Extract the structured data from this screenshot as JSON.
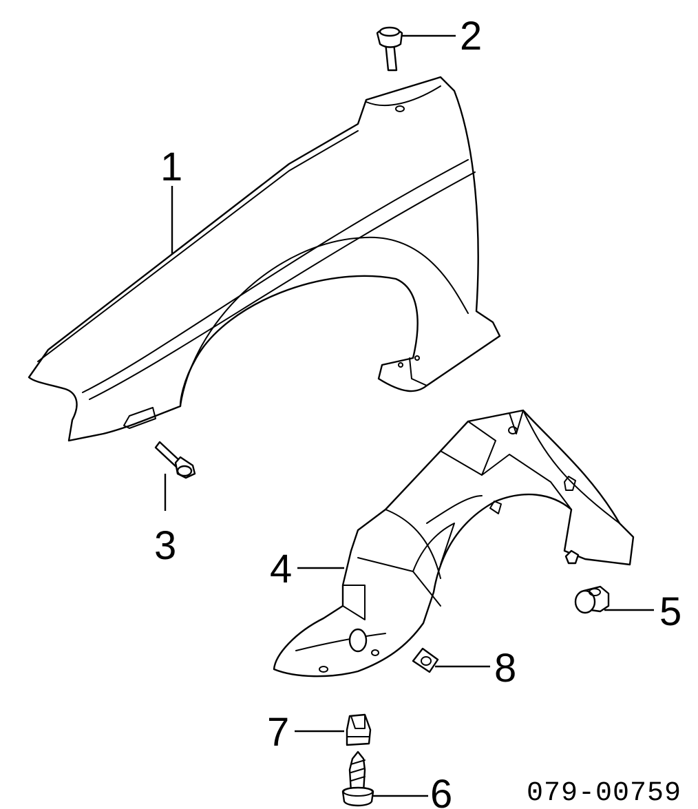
{
  "callouts": {
    "c1": "1",
    "c2": "2",
    "c3": "3",
    "c4": "4",
    "c5": "5",
    "c6": "6",
    "c7": "7",
    "c8": "8"
  },
  "diagram_code": "079-00759",
  "colors": {
    "line": "#000000",
    "background": "#ffffff"
  }
}
